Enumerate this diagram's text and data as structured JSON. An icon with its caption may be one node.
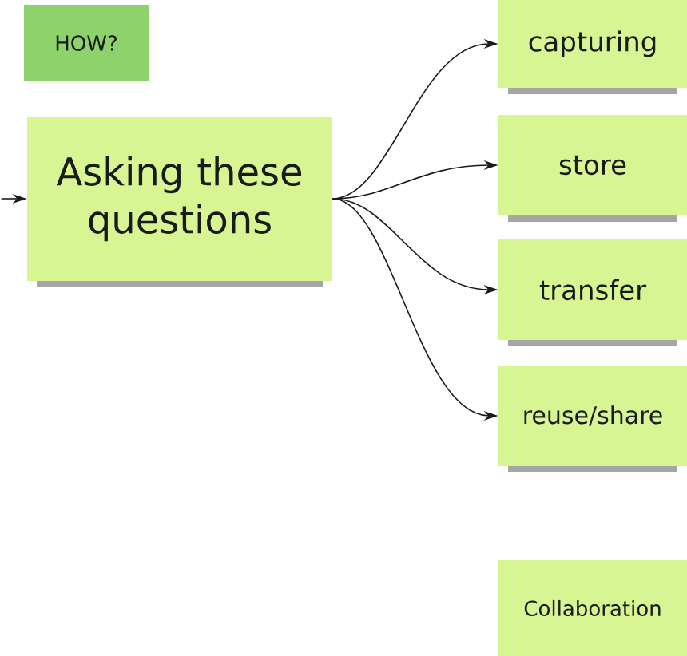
{
  "diagram": {
    "nodes": [
      {
        "text": [
          "HOW?"
        ]
      },
      {
        "text": [
          "Asking these questions"
        ]
      },
      {
        "text": [
          "capturing"
        ]
      },
      {
        "text": [
          "store"
        ]
      },
      {
        "text": [
          "transfer"
        ]
      },
      {
        "text": [
          "reuse/share"
        ]
      },
      {
        "text": [
          "Collaboration"
        ]
      }
    ],
    "edges": [
      {
        "from": null,
        "to": 1,
        "arrow": "to"
      },
      {
        "from": 1,
        "to": 2,
        "arrow": "to"
      },
      {
        "from": 1,
        "to": 3,
        "arrow": "to"
      },
      {
        "from": 1,
        "to": 4,
        "arrow": "to"
      },
      {
        "from": 1,
        "to": 5,
        "arrow": "to"
      }
    ]
  }
}
